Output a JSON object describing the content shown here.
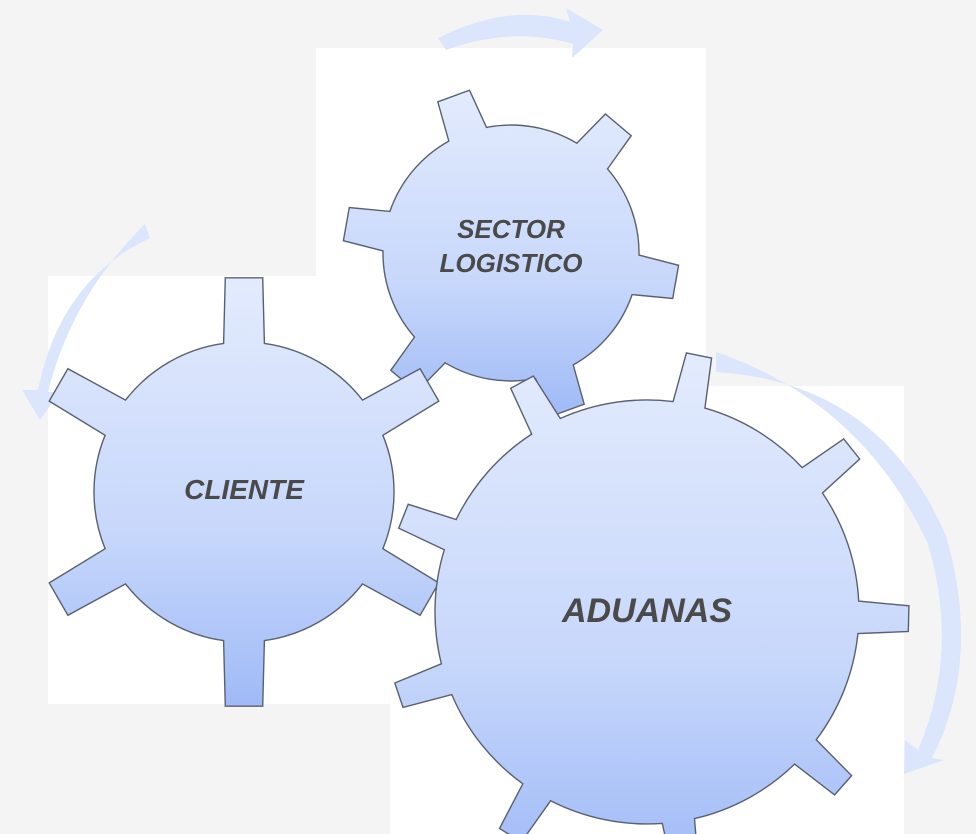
{
  "diagram": {
    "gears": [
      {
        "id": "sector-logistico",
        "lines": [
          "SECTOR",
          "LOGISTICO"
        ]
      },
      {
        "id": "cliente",
        "lines": [
          "CLIENTE"
        ]
      },
      {
        "id": "aduanas",
        "lines": [
          "ADUANAS"
        ]
      }
    ],
    "colors": {
      "gear_top": "#e3ebfd",
      "gear_bottom": "#9fbaf7",
      "gear_stroke": "#5a6070",
      "arrow": "#dbe5fb",
      "label": "#4a4a4a",
      "background": "#f4f4f4"
    }
  }
}
